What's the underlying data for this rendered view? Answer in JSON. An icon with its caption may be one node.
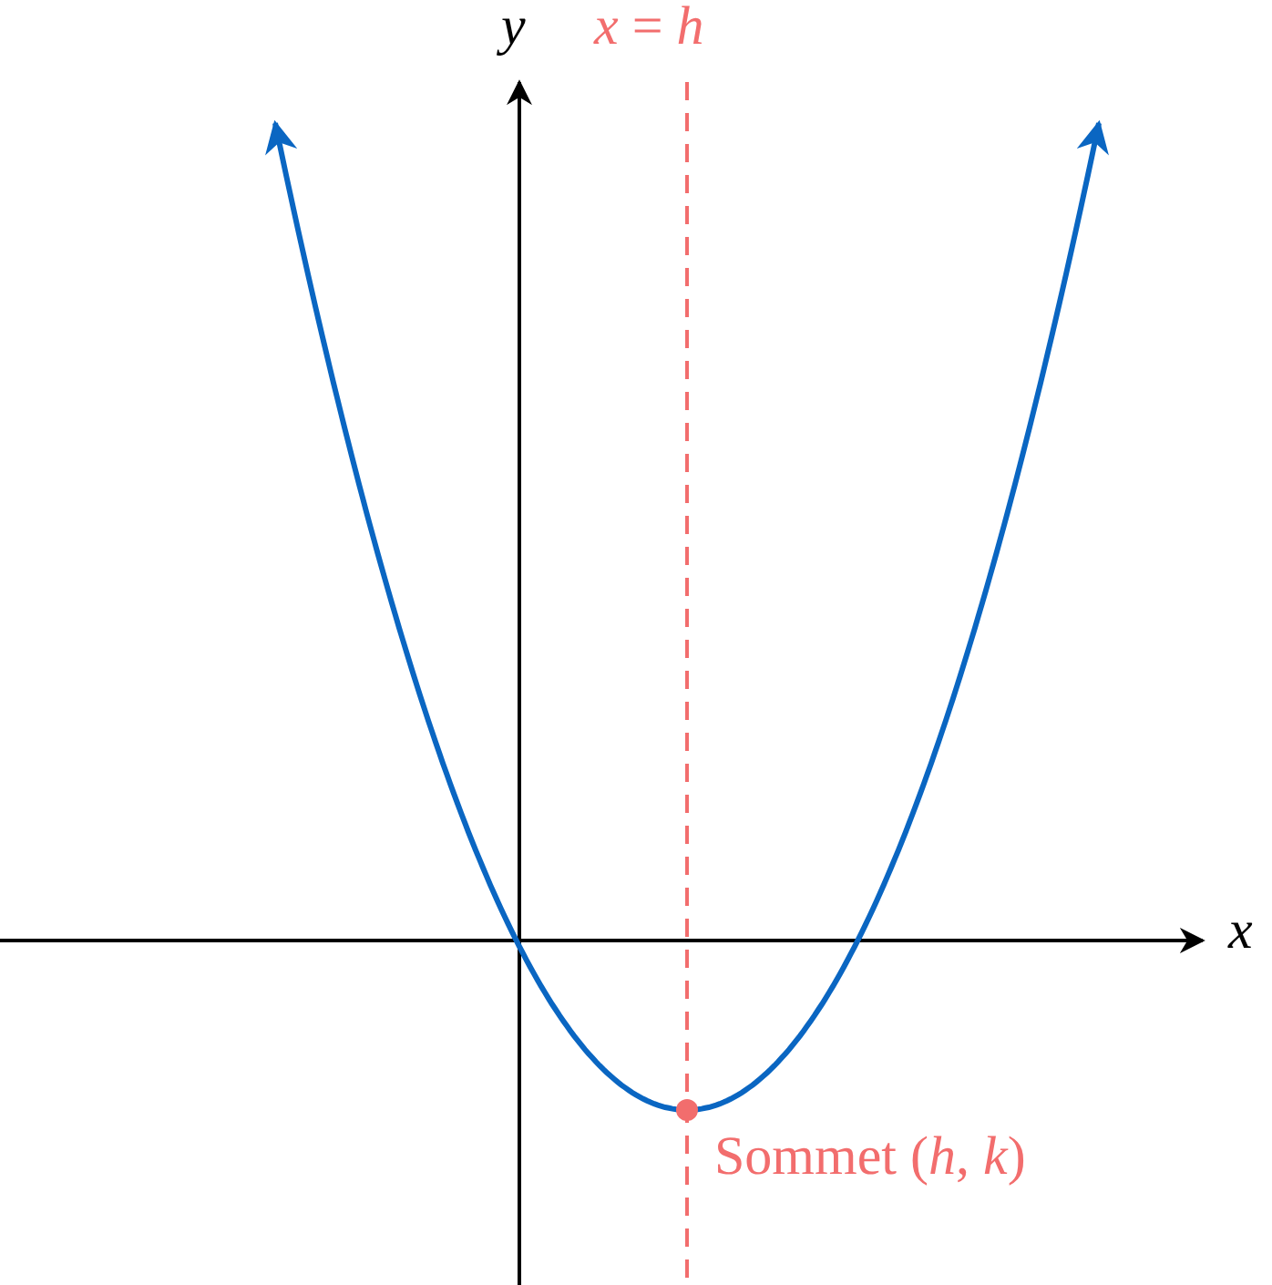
{
  "diagram": {
    "labels": [
      "*y*",
      "*x* = *h*",
      "*x*",
      "Sommet (*h*, *k*)"
    ]
  }
}
